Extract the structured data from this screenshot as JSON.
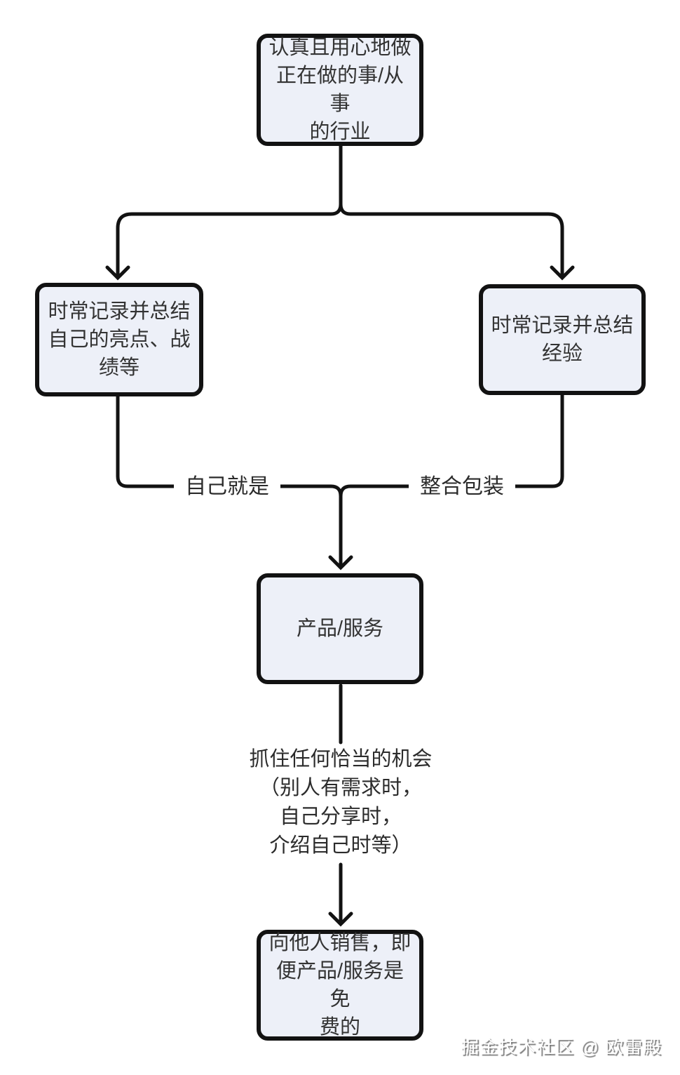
{
  "diagram": {
    "nodes": {
      "work_seriously": {
        "text": "认真且用心地做\n正在做的事/从事\n的行业"
      },
      "record_highlights": {
        "text": "时常记录并总结\n自己的亮点、战\n绩等"
      },
      "record_experience": {
        "text": "时常记录并总结\n经验"
      },
      "product_service": {
        "text": "产品/服务"
      },
      "sell_to_others": {
        "text": "向他人销售，即\n便产品/服务是免\n费的"
      }
    },
    "edge_labels": {
      "self_is": "自己就是",
      "integrate_package": "整合包装",
      "opportunities": "抓住任何恰当的机会\n（别人有需求时，\n自己分享时，\n介绍自己时等）"
    },
    "watermark": "掘金技术社区 @ 欧雷殿",
    "colors": {
      "node_fill": "#edf0f8",
      "node_border": "#121212",
      "line": "#121212",
      "text": "#333333",
      "label": "#2b2b2b"
    }
  }
}
